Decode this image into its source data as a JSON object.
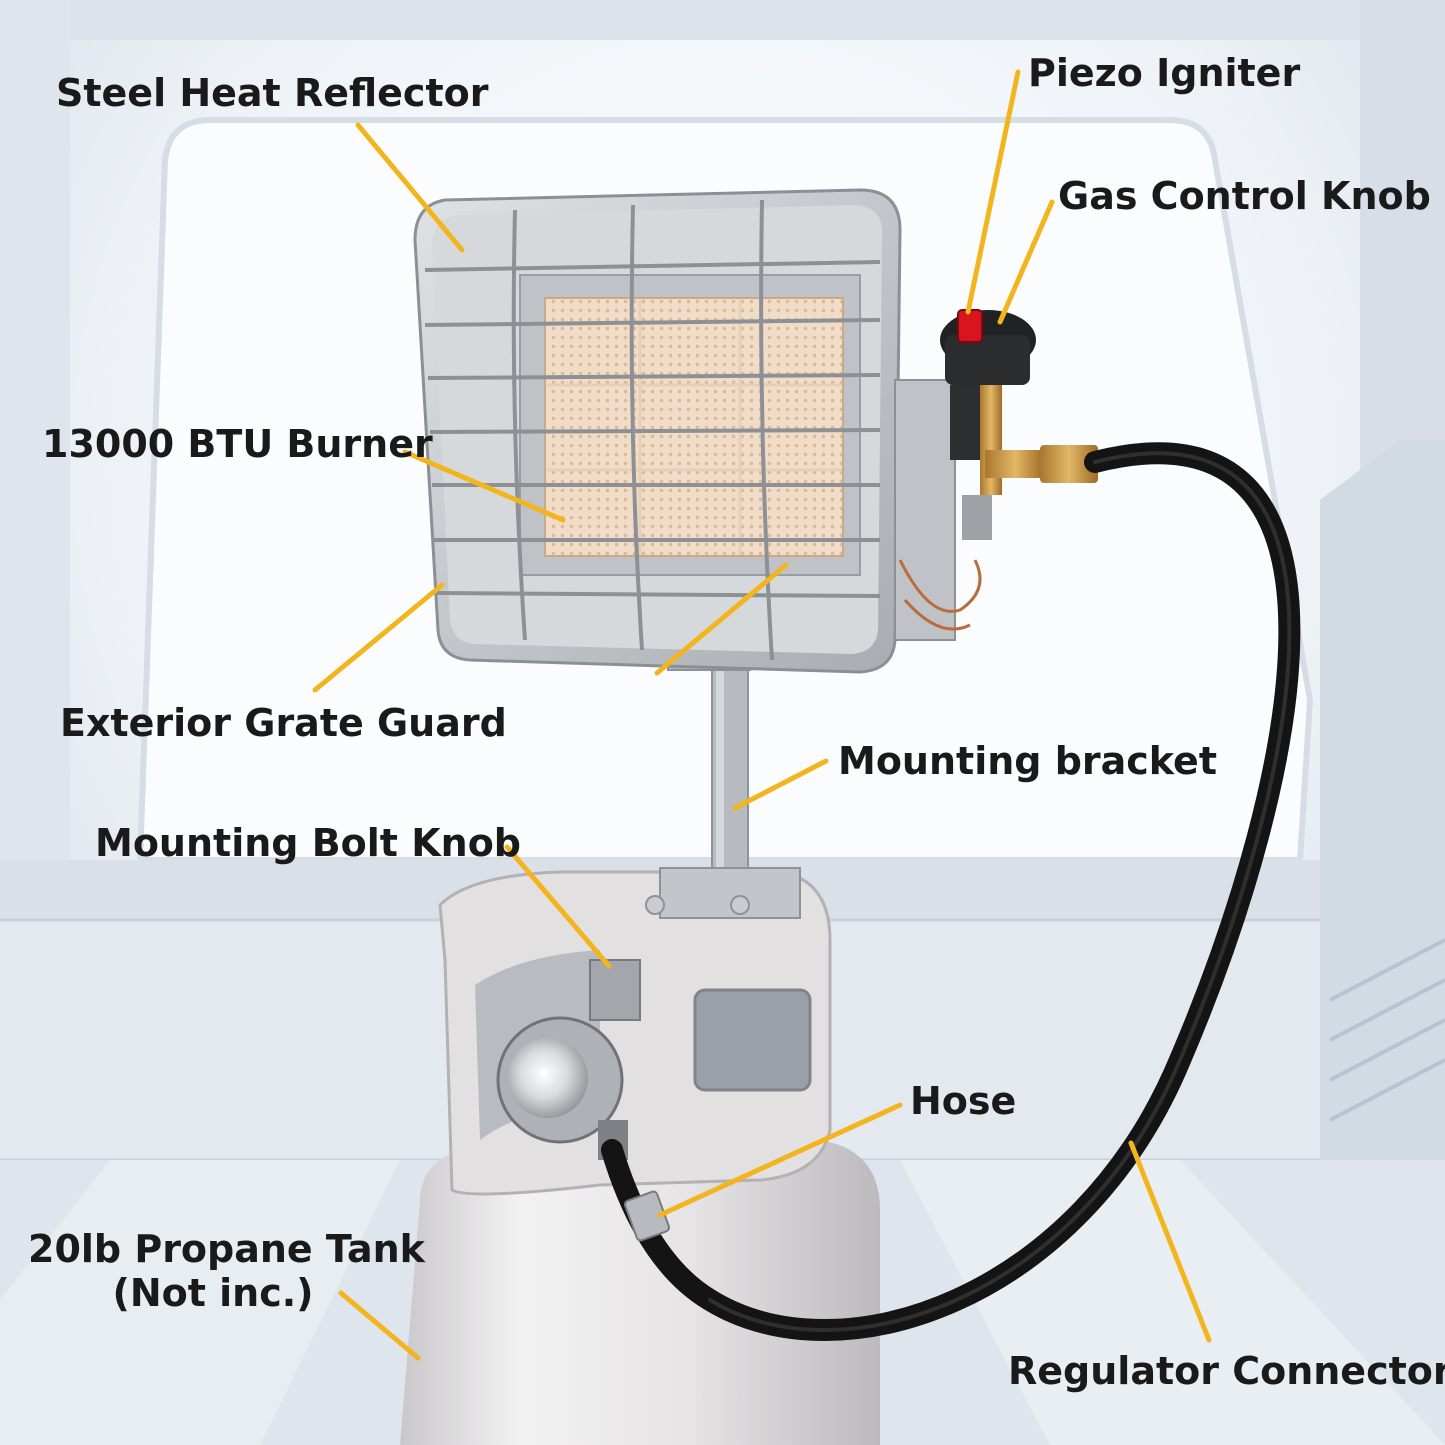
{
  "labels": {
    "steel_heat_reflector": "Steel Heat Reflector",
    "piezo_igniter": "Piezo Igniter",
    "gas_control_knob": "Gas Control Knob",
    "burner": "13000 BTU Burner",
    "exterior_grate_guard": "Exterior Grate Guard",
    "mounting_bracket": "Mounting bracket",
    "mounting_bolt_knob": "Mounting Bolt Knob",
    "hose": "Hose",
    "propane_tank_line1": "20lb Propane Tank",
    "propane_tank_line2": "(Not inc.)",
    "regulator_connector": "Regulator Connector"
  },
  "colors": {
    "leader_line": "#f2b51d",
    "label_text": "#1a1a1a",
    "igniter_button": "#d8141c",
    "hose": "#141414",
    "tank": "#e7e5e6",
    "ceramic_burner": "#f0dcc8",
    "reflector": "#c9ccd0",
    "room_background": "#e9eef4"
  }
}
